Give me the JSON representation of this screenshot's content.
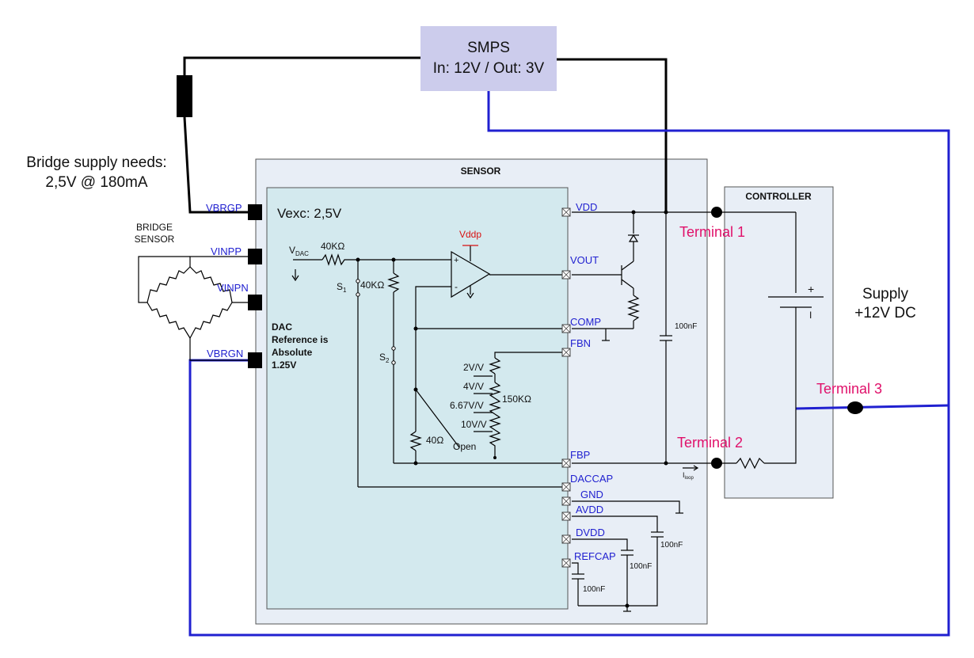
{
  "smps": {
    "title": "SMPS",
    "spec": "In: 12V / Out: 3V"
  },
  "bridge": {
    "supply_note_line1": "Bridge supply needs:",
    "supply_note_line2": "2,5V @ 180mA",
    "label_line1": "BRIDGE",
    "label_line2": "SENSOR"
  },
  "sensor": {
    "title": "SENSOR",
    "vexc": "Vexc: 2,5V",
    "dac_note": [
      "DAC",
      "Reference is",
      "Absolute",
      "1.25V"
    ],
    "vdac_label": "V",
    "vdac_sub": "DAC",
    "r_40k_a": "40KΩ",
    "r_40k_b": "40KΩ",
    "s1": "S",
    "s1_sub": "1",
    "s2": "S",
    "s2_sub": "2",
    "vddp": "Vddp",
    "gain_2": "2V/V",
    "gain_4": "4V/V",
    "gain_667": "6.67V/V",
    "gain_10": "10V/V",
    "open": "Open",
    "r_150k": "150KΩ",
    "r_40ohm": "40Ω",
    "cap_vdd": "100nF",
    "cap_avdd": "100nF",
    "cap_dvdd": "100nF",
    "cap_refcap": "100nF",
    "iloop": "I",
    "iloop_sub": "loop",
    "pins_left": [
      "VBRGP",
      "VINPP",
      "VINPN",
      "VBRGN"
    ],
    "pins_right": [
      "VDD",
      "VOUT",
      "COMP",
      "FBN",
      "FBP",
      "DACCAP",
      "GND",
      "AVDD",
      "DVDD",
      "REFCAP"
    ]
  },
  "controller": {
    "title": "CONTROLLER"
  },
  "supply": {
    "line1": "Supply",
    "line2": "+12V DC"
  },
  "terminals": {
    "t1": "Terminal 1",
    "t2": "Terminal 2",
    "t3": "Terminal 3"
  },
  "colors": {
    "wire": "#000000",
    "supply_wire": "#2020d0",
    "sensor_box": "#e8eef6",
    "inner_box": "#d3e9ee",
    "smps_box": "#ccccec",
    "controller_box": "#e8eef6",
    "pin_label": "#1f1fd0",
    "terminal_label": "#e0106a"
  }
}
